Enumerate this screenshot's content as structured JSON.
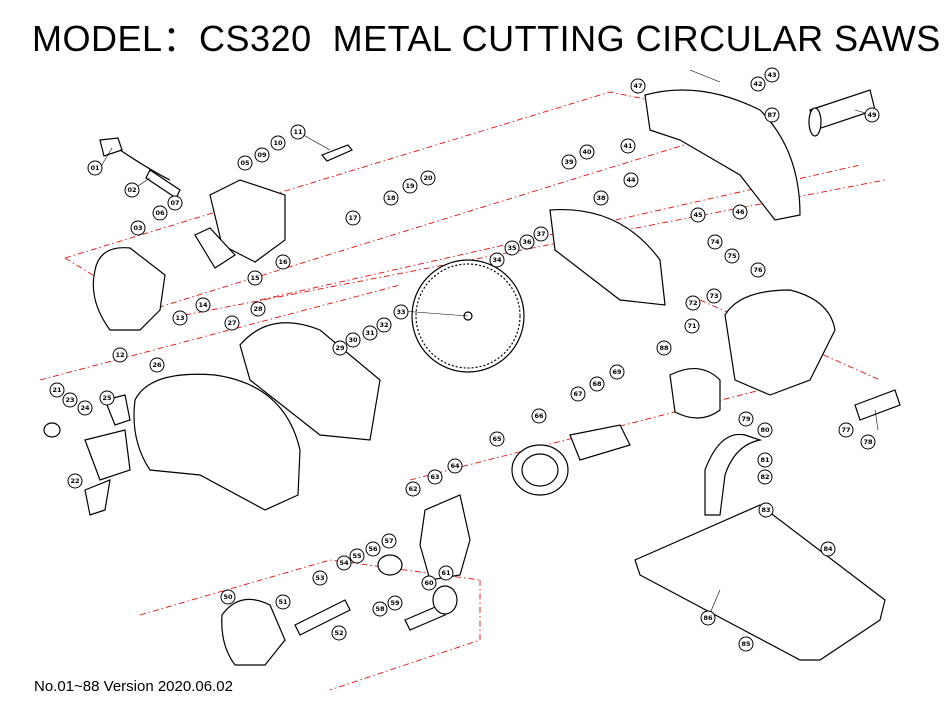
{
  "title": "MODEL：CS320  METAL CUTTING CIRCULAR SAWS",
  "footer": "No.01~88  Version 2020.06.02",
  "colors": {
    "ink": "#000000",
    "assembly_lines": "#dd1111",
    "background": "#ffffff"
  },
  "callouts": [
    "01",
    "02",
    "03",
    "05",
    "06",
    "07",
    "09",
    "10",
    "11",
    "12",
    "13",
    "14",
    "15",
    "16",
    "17",
    "18",
    "19",
    "20",
    "21",
    "22",
    "23",
    "24",
    "25",
    "26",
    "27",
    "28",
    "29",
    "30",
    "31",
    "32",
    "33",
    "34",
    "35",
    "36",
    "37",
    "38",
    "39",
    "40",
    "41",
    "42",
    "43",
    "44",
    "45",
    "46",
    "47",
    "49",
    "50",
    "51",
    "52",
    "53",
    "54",
    "55",
    "56",
    "57",
    "58",
    "59",
    "60",
    "61",
    "62",
    "63",
    "64",
    "65",
    "66",
    "67",
    "68",
    "69",
    "71",
    "72",
    "73",
    "74",
    "75",
    "76",
    "77",
    "78",
    "79",
    "80",
    "81",
    "82",
    "83",
    "84",
    "85",
    "86",
    "87",
    "88"
  ]
}
